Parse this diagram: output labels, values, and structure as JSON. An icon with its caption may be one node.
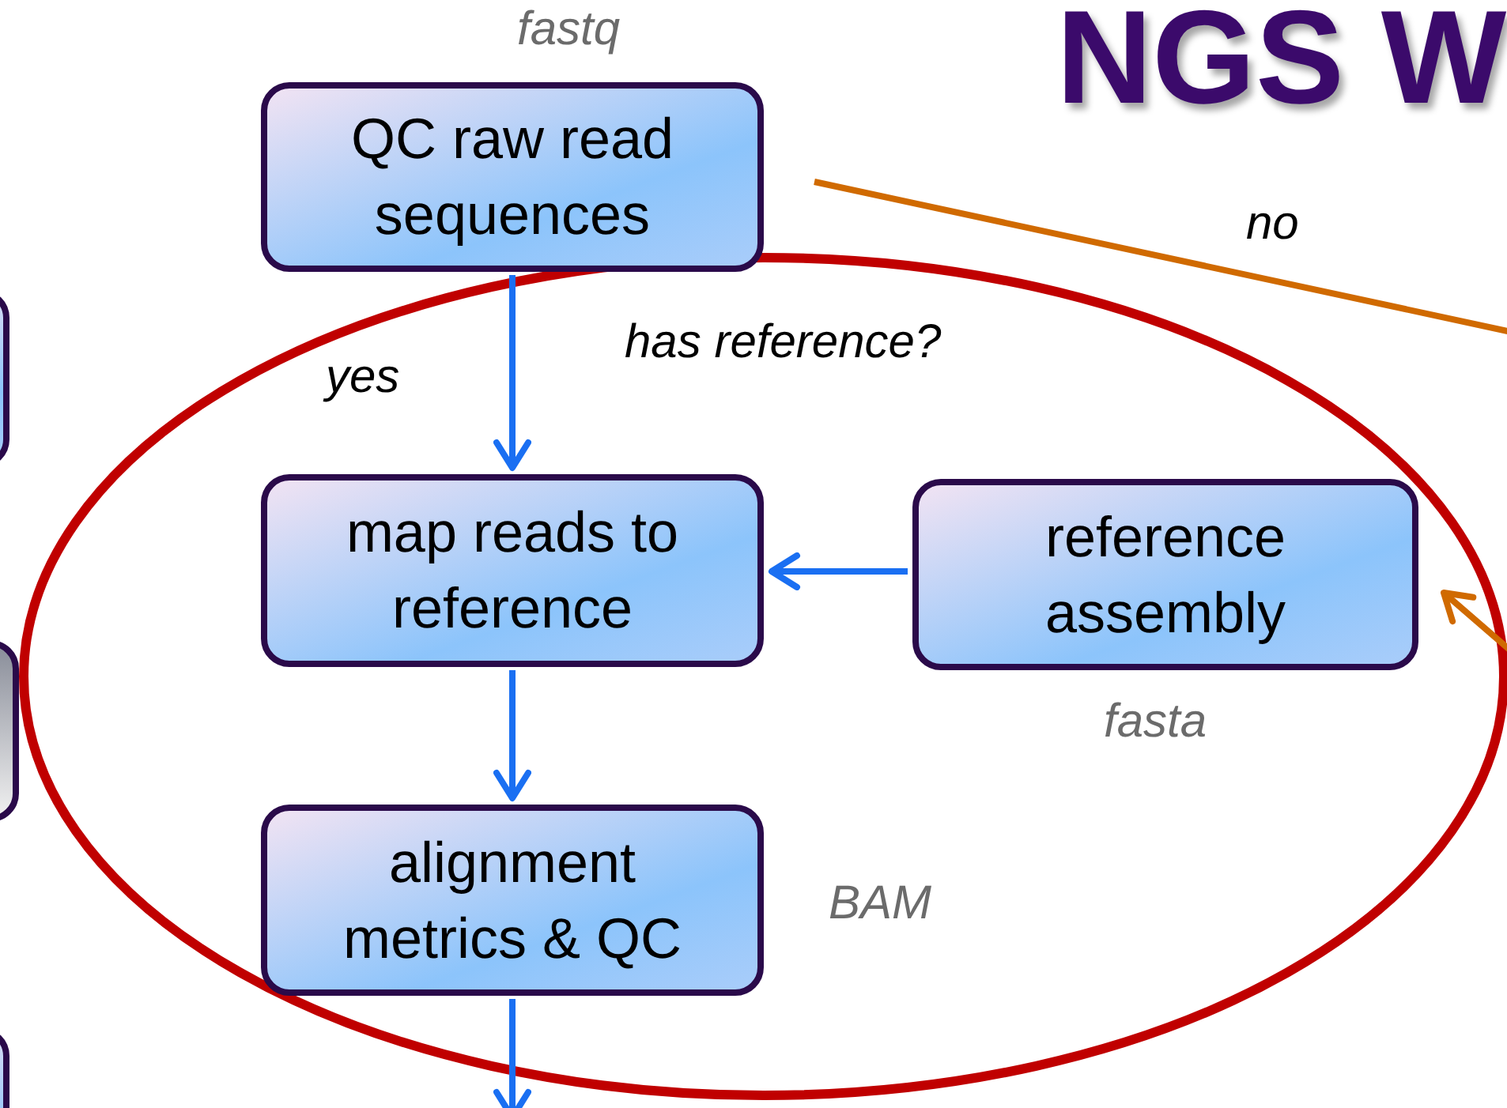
{
  "diagram": {
    "title": "NGS W",
    "nodes": [
      {
        "text": [
          "QC raw read sequences"
        ],
        "beside": [
          "fastq"
        ]
      },
      {
        "text": [
          "map reads to reference"
        ]
      },
      {
        "text": [
          "reference assembly"
        ],
        "beside": [
          "fasta"
        ]
      },
      {
        "text": [
          "alignment metrics & QC"
        ],
        "beside": [
          "BAM"
        ]
      },
      {
        "text": [],
        "shape": "box"
      },
      {
        "text": [],
        "shape": "box"
      },
      {
        "text": [],
        "shape": "box"
      }
    ],
    "edges": [
      {
        "from": 0,
        "to": 1,
        "arrow": "to",
        "label": "yes"
      },
      {
        "from": 2,
        "to": 1,
        "arrow": "to"
      },
      {
        "from": 1,
        "to": 3,
        "arrow": "to"
      },
      {
        "from": 3,
        "to": null,
        "arrow": "to"
      },
      {
        "from": 0,
        "to": 2,
        "arrow": "to",
        "label": "no",
        "color": "#d06a00"
      }
    ],
    "labels": [
      "has reference?"
    ]
  }
}
